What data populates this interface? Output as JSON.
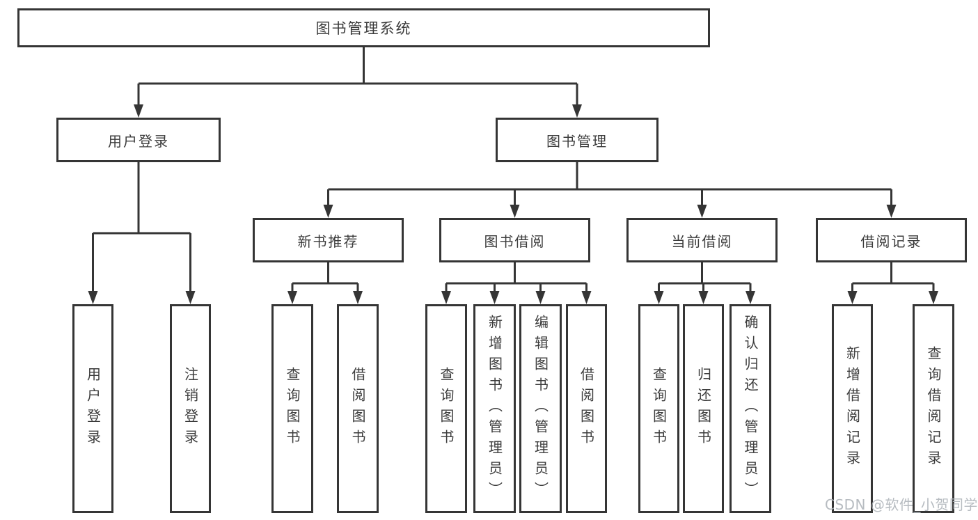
{
  "diagram_title": "图书管理系统",
  "nodes": {
    "root": "图书管理系统",
    "l2": [
      "用户登录",
      "图书管理"
    ],
    "l3": [
      "新书推荐",
      "图书借阅",
      "当前借阅",
      "借阅记录"
    ],
    "leaves_user": [
      "用户登录",
      "注销登录"
    ],
    "leaves_newbook": [
      "查询图书",
      "借阅图书"
    ],
    "leaves_borrow": [
      "查询图书",
      "新增图书（管理员）",
      "编辑图书（管理员）",
      "借阅图书"
    ],
    "leaves_current": [
      "查询图书",
      "归还图书",
      "确认归还（管理员）"
    ],
    "leaves_records": [
      "新增借阅记录",
      "查询借阅记录"
    ]
  },
  "watermark": "CSDN @软件_小贺同学",
  "colors": {
    "line": "#353535",
    "text": "#3c3c3c",
    "box_background": "#ffffff",
    "page_background": "#ffffff",
    "watermark": "#b1b6bc"
  }
}
